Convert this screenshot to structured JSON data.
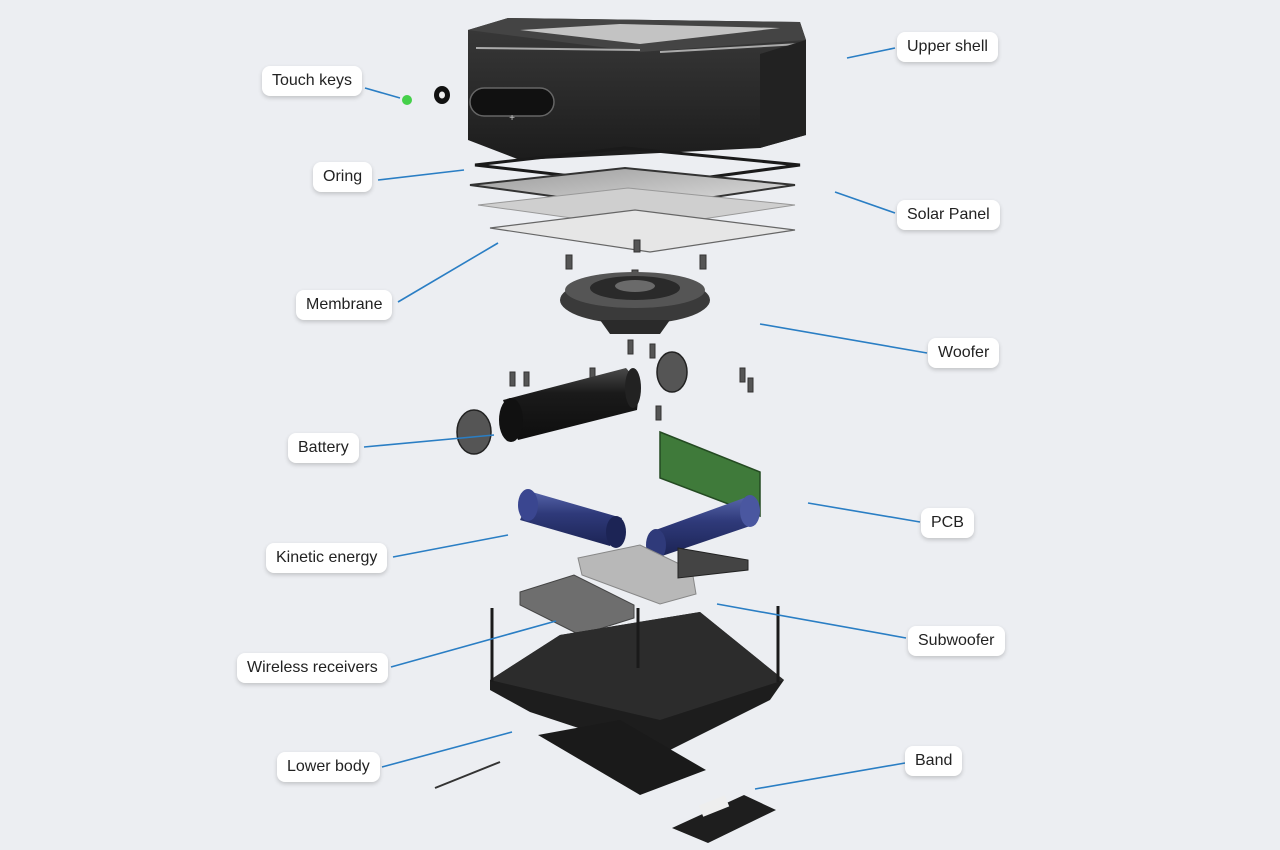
{
  "labels": {
    "upper_shell": "Upper shell",
    "touch_keys": "Touch keys",
    "oring": "Oring",
    "solar_panel": "Solar Panel",
    "membrane": "Membrane",
    "woofer": "Woofer",
    "battery": "Battery",
    "pcb": "PCB",
    "kinetic_energy": "Kinetic energy",
    "subwoofer": "Subwoofer",
    "wireless_receivers": "Wireless receivers",
    "lower_body": "Lower body",
    "band": "Band"
  },
  "colors": {
    "background": "#eceef2",
    "leader_line": "#2a7ec4",
    "shell": "#2b2b2b",
    "pcb": "#3f7a3a",
    "kinetic_cylinder": "#2f3a7a",
    "subwoofer": "#b8b8b8",
    "touch_key_led": "#45d04a"
  }
}
